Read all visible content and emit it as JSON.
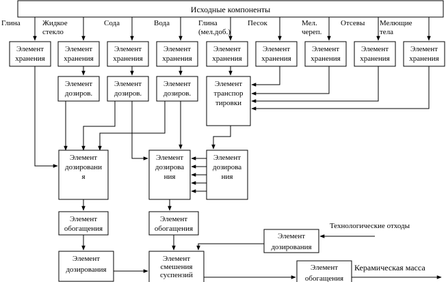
{
  "diagram": {
    "header": "Исходные компоненты",
    "components": [
      "Глина",
      "Жидкое стекло",
      "Сода",
      "Вода",
      "Глина (мел.доб.)",
      "Песок",
      "Мел. череп.",
      "Отсевы",
      "Мелющие тела"
    ],
    "storage_label": "Элемент хранения",
    "dosing_label": "Элемент дозиров.",
    "transport_label": "Элемент транспортировки",
    "dosing_full_label": "Элемент дозирования",
    "enrichment_label": "Элемент обогащения",
    "mixing_label": "Элемент смешения суспензий",
    "waste_label": "Технологические отходы",
    "output_label": "Керамическая масса"
  }
}
